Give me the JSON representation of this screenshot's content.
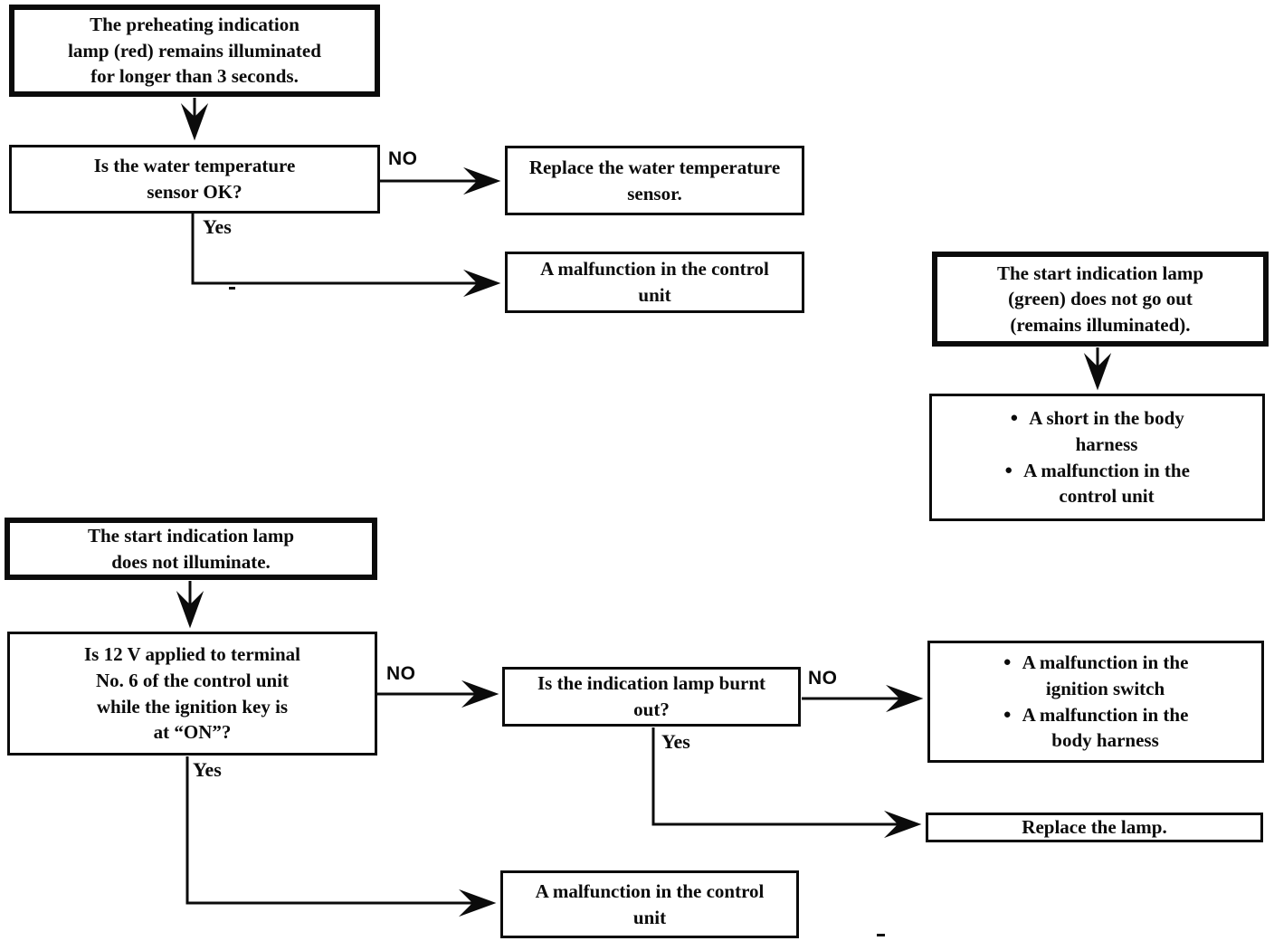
{
  "diagram": {
    "title": "Preheating / start indication lamp troubleshooting flowchart",
    "colors": {
      "ink": "#0b0b0b",
      "background": "#ffffff"
    },
    "labels": {
      "no": "NO",
      "yes": "Yes"
    },
    "nodes": {
      "preheating_start": {
        "text": "The preheating indication\nlamp (red) remains illuminated\nfor longer than 3 seconds."
      },
      "water_sensor_q": {
        "text": "Is the water temperature\nsensor OK?"
      },
      "replace_sensor": {
        "text": "Replace the water temperature\nsensor."
      },
      "control_unit_malfunction_1": {
        "text": "A malfunction in the control\nunit"
      },
      "green_lamp_start": {
        "text": "The start indication lamp\n(green) does not go out\n(remains illuminated)."
      },
      "green_lamp_causes": {
        "bullets": [
          "A short in the body\nharness",
          "A malfunction in the\ncontrol unit"
        ]
      },
      "start_lamp_start": {
        "text": "The start indication lamp\ndoes not illuminate."
      },
      "twelve_v_q": {
        "text": "Is 12 V applied to terminal\nNo. 6 of the control unit\nwhile the ignition key is\nat “ON”?"
      },
      "lamp_burnt_q": {
        "text": "Is the indication lamp burnt\nout?"
      },
      "lamp_circuit_causes": {
        "bullets": [
          "A malfunction in the\nignition switch",
          "A malfunction in the\nbody harness"
        ]
      },
      "replace_lamp": {
        "text": "Replace the lamp."
      },
      "control_unit_malfunction_2": {
        "text": "A malfunction in the control\nunit"
      }
    }
  }
}
